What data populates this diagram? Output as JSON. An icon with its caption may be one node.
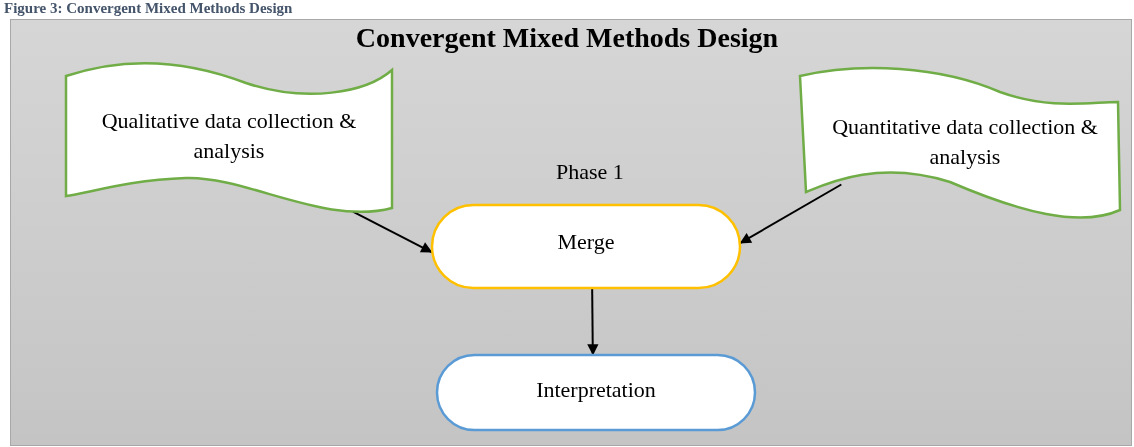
{
  "diagram": {
    "title": "Convergent Mixed Methods Design",
    "caption": "Figure 3: Convergent Mixed Methods Design",
    "nodes": [
      {
        "text": [
          "Qualitative data collection & analysis"
        ]
      },
      {
        "text": [
          "Quantitative data collection & analysis"
        ]
      },
      {
        "text": [
          "Merge"
        ],
        "beside": [
          "Phase 1"
        ]
      },
      {
        "text": [
          "Interpretation"
        ]
      }
    ],
    "edges": [
      {
        "from": 0,
        "to": 2,
        "arrow": "to"
      },
      {
        "from": 1,
        "to": 2,
        "arrow": "to"
      },
      {
        "from": 2,
        "to": 3,
        "arrow": "to"
      }
    ]
  }
}
